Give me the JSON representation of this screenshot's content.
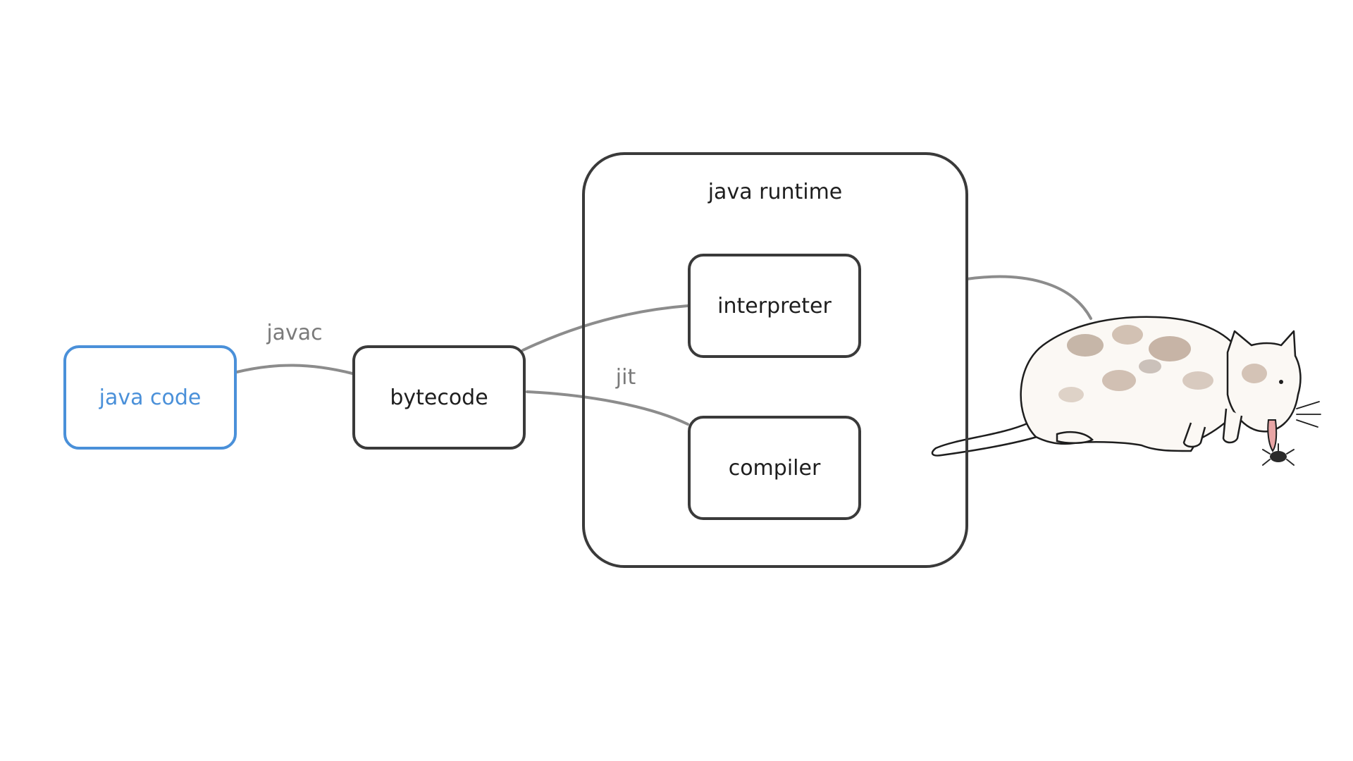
{
  "colors": {
    "accent": "#4a90d9",
    "box_border": "#3a3a3a",
    "edge": "#8c8c8c",
    "label": "#7a7a7a",
    "text": "#1e1e1e"
  },
  "nodes": {
    "java_code": "java code",
    "bytecode": "bytecode",
    "runtime": "java runtime",
    "interpreter": "interpreter",
    "compiler": "compiler"
  },
  "edges": {
    "javac": "javac",
    "jit": "jit"
  },
  "illustration": {
    "subject": "calico cat sniffing a bug",
    "icon": "cat-icon"
  }
}
